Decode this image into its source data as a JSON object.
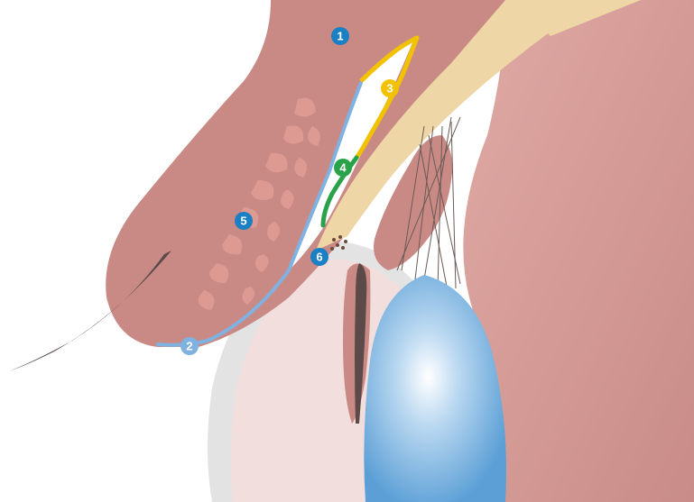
{
  "markers": [
    {
      "id": "1",
      "label": "1",
      "color": "#1b7fc4"
    },
    {
      "id": "2",
      "label": "2",
      "color": "#7fb2e0"
    },
    {
      "id": "3",
      "label": "3",
      "color": "#f2c200"
    },
    {
      "id": "4",
      "label": "4",
      "color": "#2aa24a"
    },
    {
      "id": "5",
      "label": "5",
      "color": "#1b7fc4"
    },
    {
      "id": "6",
      "label": "6",
      "color": "#1b7fc4"
    }
  ],
  "colors": {
    "tissue": "#c98a86",
    "tissue_light": "#d9a19c",
    "tissue_far": "#d7a39e",
    "gland": "#dd9a92",
    "tarsus": "#efd6a6",
    "sclera": "#e3e3e3",
    "eye_inner": "#f3dede",
    "lens": "#6aa9dc",
    "lash": "#5b4a48",
    "conjunctiva_blue": "#7fb2e0",
    "conjunctiva_yellow": "#f2c200",
    "conjunctiva_green": "#2aa24a"
  }
}
